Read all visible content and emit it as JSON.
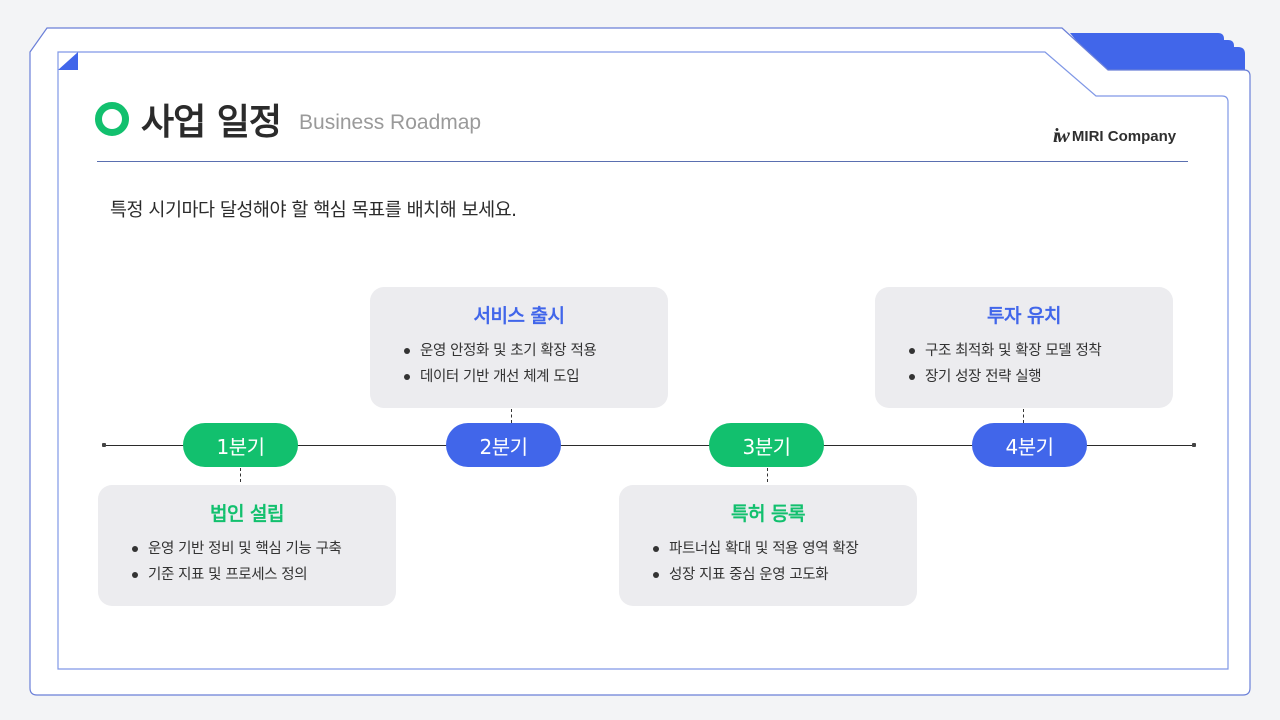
{
  "header": {
    "title": "사업 일정",
    "subtitle": "Business Roadmap",
    "logo_mark": "iw",
    "logo_text": "MIRI Company"
  },
  "description": "특정 시기마다 달성해야 할 핵심 목표를 배치해 보세요.",
  "colors": {
    "green": "#12c06e",
    "blue": "#4166ea",
    "frame": "#5b6fd0",
    "card_bg": "#ececef"
  },
  "timeline": {
    "milestones": [
      {
        "quarter": "1분기",
        "color": "green",
        "position": "below",
        "title": "법인 설립",
        "items": [
          "운영 기반 정비 및 핵심 기능 구축",
          "기준 지표 및 프로세스 정의"
        ]
      },
      {
        "quarter": "2분기",
        "color": "blue",
        "position": "above",
        "title": "서비스 출시",
        "items": [
          "운영 안정화 및 초기 확장 적용",
          "데이터 기반 개선 체계 도입"
        ]
      },
      {
        "quarter": "3분기",
        "color": "green",
        "position": "below",
        "title": "특허 등록",
        "items": [
          "파트너십 확대 및 적용 영역 확장",
          "성장 지표 중심 운영 고도화"
        ]
      },
      {
        "quarter": "4분기",
        "color": "blue",
        "position": "above",
        "title": "투자 유치",
        "items": [
          "구조 최적화 및 확장 모델 정착",
          "장기 성장 전략 실행"
        ]
      }
    ]
  }
}
